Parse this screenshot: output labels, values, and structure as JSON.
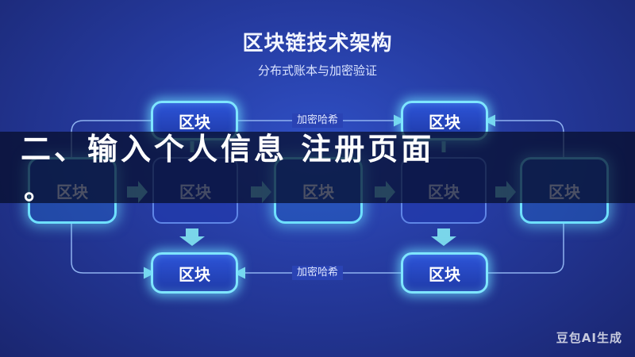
{
  "header": {
    "title": "区块链技术架构",
    "subtitle": "分布式账本与加密验证"
  },
  "diagram": {
    "nodes": {
      "top_left": "区块",
      "top_right": "区块",
      "mid_1": "区块",
      "mid_2": "区块",
      "mid_3": "区块",
      "mid_4": "区块",
      "mid_5": "区块",
      "bottom_left": "区块",
      "bottom_right": "区块"
    },
    "edge_labels": {
      "top": "加密哈希",
      "bottom": "加密哈希"
    }
  },
  "banner": {
    "text": "二、输入个人信息 注册页面",
    "trailing_mark": "。"
  },
  "watermark": "豆包AI生成",
  "colors": {
    "background": "#253a9e",
    "glow": "#7fe6ff",
    "arrow": "#6fd2e6"
  }
}
